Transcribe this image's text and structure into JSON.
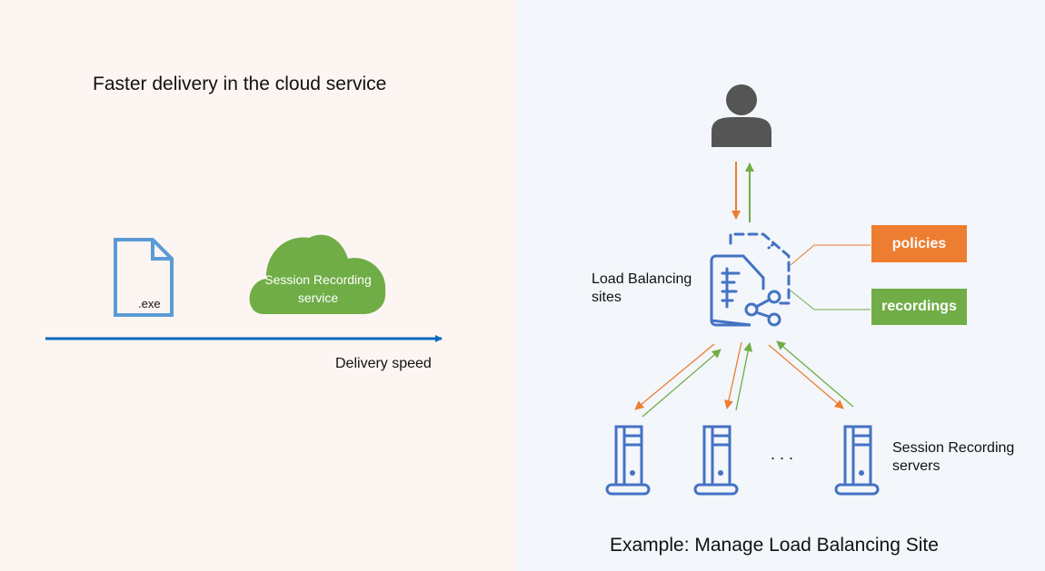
{
  "left": {
    "title": "Faster delivery in the cloud service",
    "file_label": ".exe",
    "cloud_label_line1": "Session Recording",
    "cloud_label_line2": "service",
    "axis_label": "Delivery speed"
  },
  "right": {
    "lb_label_line1": "Load Balancing",
    "lb_label_line2": "sites",
    "policies_label": "policies",
    "recordings_label": "recordings",
    "servers_label_line1": "Session Recording",
    "servers_label_line2": "servers",
    "ellipsis": ". . .",
    "caption": "Example: Manage Load Balancing Site"
  },
  "colors": {
    "left_bg": "#fdf5f2",
    "right_bg": "#f3f6fa",
    "blue": "#4472c4",
    "file_blue": "#5b9bd5",
    "axis_blue": "#0a6abf",
    "green": "#70ad47",
    "orange": "#ed7d31",
    "user_gray": "#555555"
  }
}
